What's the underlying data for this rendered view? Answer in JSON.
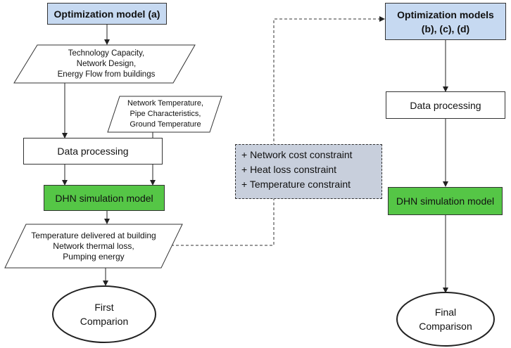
{
  "nodes": {
    "opt_a": "Optimization model (a)",
    "outputs_a": "Technology Capacity,\nNetwork Design,\nEnergy Flow from buildings",
    "network_params": "Network Temperature,\nPipe Characteristics,\nGround Temperature",
    "data_processing_left": "Data processing",
    "dhn_left": "DHN simulation model",
    "results_left": "Temperature delivered at building\nNetwork thermal loss,\nPumping energy",
    "first_comparison": "First\nComparion",
    "constraints": [
      "+ Network cost constraint",
      "+ Heat loss constraint",
      "+ Temperature constraint"
    ],
    "opt_bcd": "Optimization models\n(b), (c), (d)",
    "data_processing_right": "Data processing",
    "dhn_right": "DHN simulation model",
    "final_comparison": "Final\nComparison"
  },
  "colors": {
    "optimization_box": "#c6d9f1",
    "simulation_box": "#55c646",
    "constraint_box": "#c8cfdc"
  }
}
